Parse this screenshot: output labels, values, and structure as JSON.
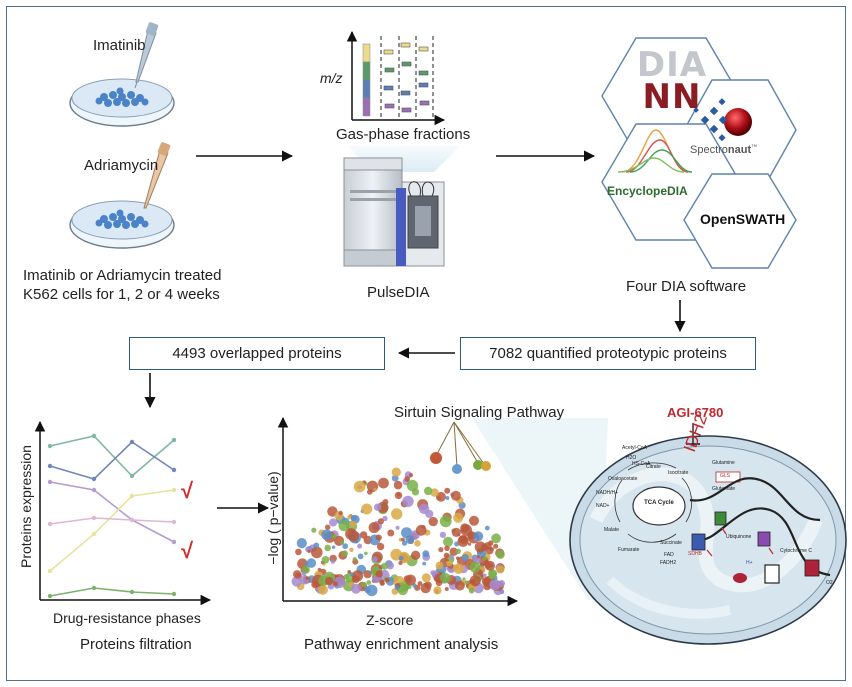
{
  "drugs": {
    "drug1": "Imatinib",
    "drug2": "Adriamycin",
    "caption_line1": "Imatinib or Adriamycin treated",
    "caption_line2": "K562  cells for 1, 2 or 4 weeks"
  },
  "ms": {
    "mz_label": "m/z",
    "fractions_label": "Gas-phase fractions",
    "instrument_label": "PulseDIA"
  },
  "software": {
    "dia_nn_top": "DIA",
    "dia_nn_bottom": "NN",
    "spectronaut_prefix": "Spectro",
    "spectronaut_suffix": "naut",
    "spectronaut_tm": "™",
    "encyclopedia": "EncyclopeDIA",
    "openswath": "OpenSWATH",
    "caption": "Four DIA software"
  },
  "steps": {
    "quantified": "7082 quantified proteotypic proteins",
    "overlapped": "4493 overlapped proteins"
  },
  "filtration": {
    "ylabel": "Proteins expression",
    "xlabel": "Drug-resistance phases",
    "caption": "Proteins filtration",
    "check_mark": "√"
  },
  "enrichment": {
    "ylabel": "−log ( p−value)",
    "xlabel": "Z-score",
    "caption": "Pathway enrichment analysis",
    "pathway_label": "Sirtuin Signaling Pathway"
  },
  "mito": {
    "inhibitor": "AGI-6780",
    "inhibitor_color": "#c0272d",
    "target": "IDH2",
    "tca": "TCA Cycle",
    "gls": "GLS",
    "glutamine": "Glutamine",
    "glutamate": "Glutamate",
    "acetyl_coa": "Acetyl-CoA",
    "citrate": "Citrate",
    "isocitrate": "Isocitrate",
    "oxaloacetate": "Oxaloacetate",
    "malate": "Malate",
    "fumarate": "Fumarate",
    "succinate": "Succinate",
    "nadh": "NADH/H+",
    "nad": "NAD+",
    "h2o": "H2O",
    "hs_coa": "HS-CoA",
    "fad": "FAD",
    "fadh2": "FADH2",
    "sdhb": "SDHB",
    "ubiquinone": "Ubiquinone",
    "cytochrome": "Cytochrome C",
    "o2": "O2",
    "hplus": "H+"
  },
  "colors": {
    "frame": "#55708a",
    "arrow": "#111111",
    "box_border": "#2e5a86",
    "check": "#d42a2a"
  }
}
